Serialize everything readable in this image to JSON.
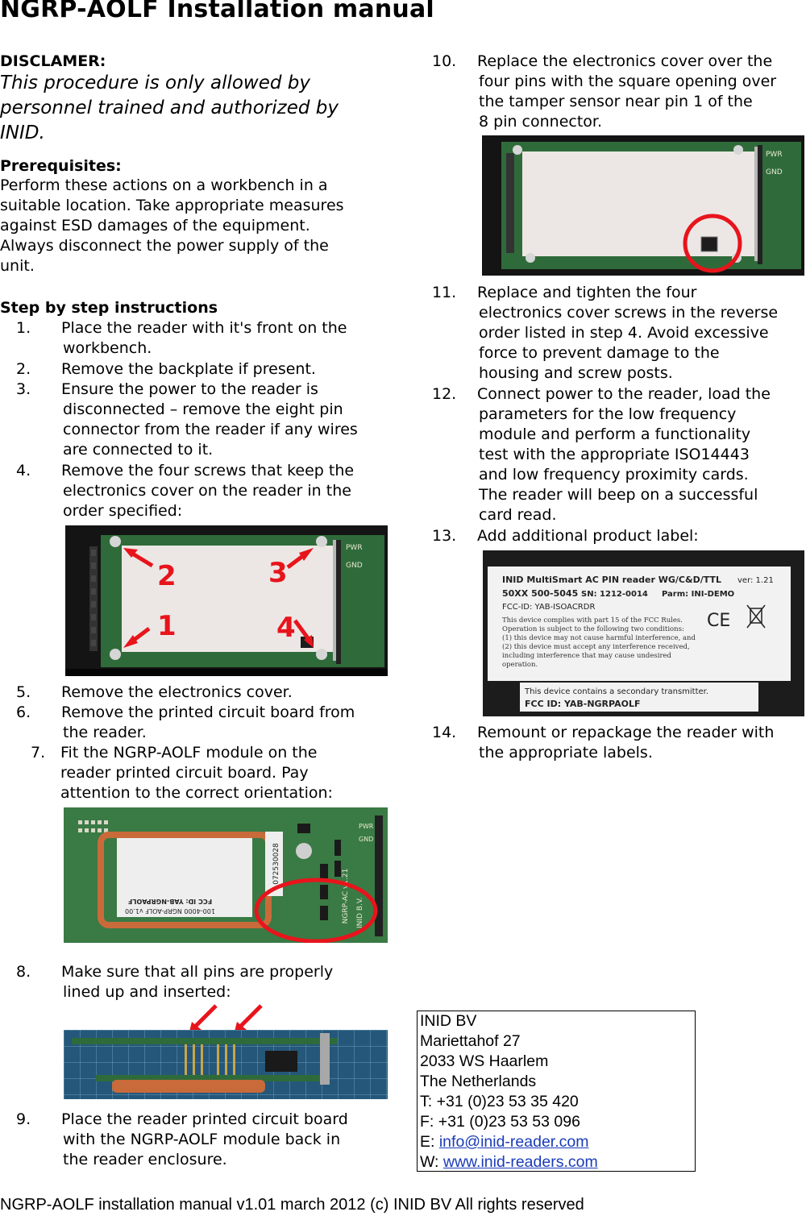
{
  "title": "NGRP-AOLF Installation manual",
  "disclaimer": {
    "heading": "DISCLAMER:",
    "text": [
      "This procedure is only allowed by",
      "personnel trained and authorized by",
      "INID."
    ]
  },
  "prerequisites": {
    "heading": "Prerequisites:",
    "lines": [
      "Perform these actions on a workbench in a",
      "suitable location. Take appropriate measures",
      "against ESD damages of the equipment.",
      "Always disconnect the power supply of the",
      "unit."
    ]
  },
  "instructions_heading": "Step by step instructions",
  "steps": {
    "s1": {
      "num": "1.",
      "lines": [
        "Place the reader with it's front on the",
        "workbench."
      ]
    },
    "s2": {
      "num": "2.",
      "lines": [
        "Remove the backplate if present."
      ]
    },
    "s3": {
      "num": "3.",
      "lines": [
        "Ensure the power to the reader is",
        "disconnected – remove the eight pin",
        "connector from the reader if any wires",
        "are connected to it."
      ]
    },
    "s4": {
      "num": "4.",
      "lines": [
        "Remove the four screws that keep the",
        "electronics cover on the reader in the",
        "order specified:"
      ]
    },
    "s5": {
      "num": "5.",
      "lines": [
        "Remove the electronics cover."
      ]
    },
    "s6": {
      "num": "6.",
      "lines": [
        "Remove the printed circuit board from",
        "the reader."
      ]
    },
    "s7": {
      "num": "7.",
      "lines": [
        "Fit the NGRP-AOLF module on the",
        "reader printed circuit board. Pay",
        "attention to the correct orientation:"
      ]
    },
    "s8": {
      "num": "8.",
      "lines": [
        "Make sure that all pins are properly",
        "lined up and inserted:"
      ]
    },
    "s9": {
      "num": "9.",
      "lines": [
        "Place the reader  printed circuit board",
        "with the  NGRP-AOLF module back in",
        "the reader enclosure."
      ]
    },
    "s10": {
      "num": "10.",
      "lines": [
        "Replace the electronics cover over the",
        "four pins with the square opening over",
        "the tamper sensor near pin 1 of the",
        "8 pin connector."
      ]
    },
    "s11": {
      "num": "11.",
      "lines": [
        "Replace and tighten the four",
        "electronics cover screws in the reverse",
        "order listed in step 4. Avoid excessive",
        "force to prevent damage to the",
        "housing and screw posts."
      ]
    },
    "s12": {
      "num": "12.",
      "lines": [
        "Connect power to the reader, load the",
        "parameters for the low frequency",
        "module and perform a functionality",
        "test with the appropriate ISO14443",
        "and low frequency proximity cards.",
        "The reader will beep on a successful",
        "card read."
      ]
    },
    "s13": {
      "num": "13.",
      "lines": [
        "Add additional product label:"
      ]
    },
    "s14": {
      "num": "14.",
      "lines": [
        "Remount or repackage the reader with",
        "the appropriate labels."
      ]
    }
  },
  "figures": {
    "screw_numbers": [
      "2",
      "3",
      "1",
      "4"
    ],
    "pin_labels": [
      "PWR",
      "GND"
    ],
    "module_text": [
      "100-4000 NGRP-AOLF v1.00",
      "FCC ID: YAB-NGRPAOLF",
      "072530028",
      "NGRP-AC v1.21",
      "INID B.V."
    ],
    "label_sticker": {
      "line1": "INID MultiSmart AC PIN reader WG/C&D/TTL",
      "ver": "ver: 1.21",
      "line2a": "50XX 500-5045",
      "line2b": "SN: 1212-0014",
      "line2c": "Parm: INI-DEMO",
      "line3": "FCC-ID: YAB-ISOACRDR",
      "fcc_text": [
        "This device complies with part 15 of the FCC Rules.",
        "Operation is subject to the following two conditions:",
        "(1) this device may not cause harmful interference, and",
        "(2) this device must accept any interference received,",
        "including interference that may cause undesired",
        "operation."
      ],
      "ce": "CE",
      "second_label": [
        "This device contains a secondary transmitter.",
        "FCC ID: YAB-NGRPAOLF"
      ]
    }
  },
  "contact": {
    "company": "INID BV",
    "street": "Mariettahof 27",
    "city": "2033 WS Haarlem",
    "country": "The Netherlands",
    "phone": "T: +31 (0)23 53 35 420",
    "fax": "F: +31 (0)23 53 53 096",
    "email_prefix": "E: ",
    "email": "info@inid-reader.com",
    "web_prefix": "W: ",
    "web": "www.inid-readers.com"
  },
  "footer": "NGRP-AOLF installation manual v1.01 march 2012 (c) INID BV All rights reserved",
  "colors": {
    "annotation_red": "#e8141c",
    "link_blue": "#1a3bb8",
    "pcb_green": "#2f6b3a"
  }
}
